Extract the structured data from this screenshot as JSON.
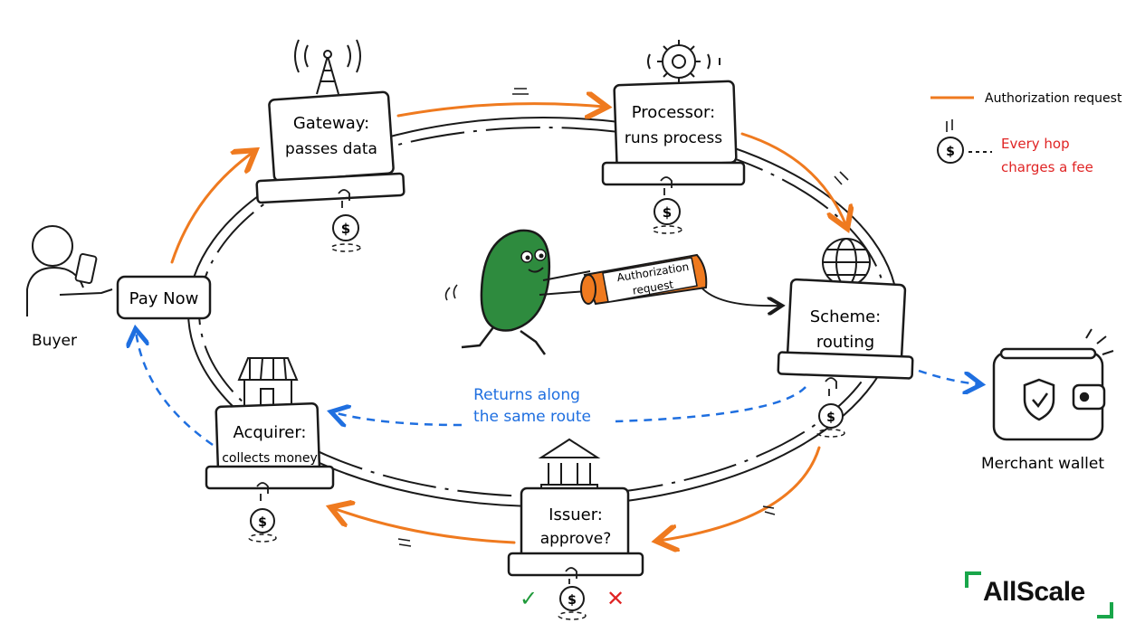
{
  "nodes": {
    "gateway": {
      "title": "Gateway:",
      "sub": "passes data"
    },
    "processor": {
      "title": "Processor:",
      "sub": "runs process"
    },
    "scheme": {
      "title": "Scheme:",
      "sub": "routing"
    },
    "issuer": {
      "title": "Issuer:",
      "sub": "approve?"
    },
    "acquirer": {
      "title": "Acquirer:",
      "sub": "collects money"
    }
  },
  "buyer": {
    "label": "Buyer",
    "button": "Pay Now"
  },
  "merchant": {
    "label": "Merchant wallet"
  },
  "center": {
    "scroll_line1": "Authorization",
    "scroll_line2": "request"
  },
  "return_note": {
    "line1": "Returns along",
    "line2": "the same route"
  },
  "legend": {
    "line_label": "Authorization request",
    "fee_line1": "Every hop",
    "fee_line2": "charges a fee"
  },
  "fee_symbol": "$",
  "approve_mark": "✓",
  "reject_mark": "✕",
  "brand": {
    "name": "AllScale"
  },
  "colors": {
    "request": "#ef7a1f",
    "return": "#1f6fe0",
    "fee_text": "#e02424",
    "approve": "#1f9a3a",
    "reject": "#e02424",
    "character": "#2e8b3e",
    "brand_accent": "#19a64a"
  }
}
